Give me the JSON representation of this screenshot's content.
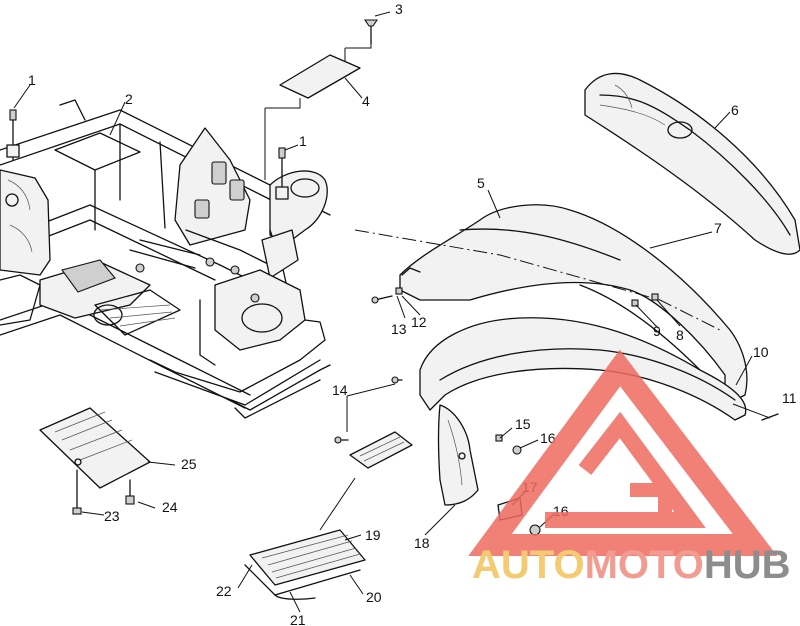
{
  "callouts": [
    {
      "id": "c1a",
      "text": "1"
    },
    {
      "id": "c1b",
      "text": "1"
    },
    {
      "id": "c2",
      "text": "2"
    },
    {
      "id": "c3",
      "text": "3"
    },
    {
      "id": "c4",
      "text": "4"
    },
    {
      "id": "c5",
      "text": "5"
    },
    {
      "id": "c6",
      "text": "6"
    },
    {
      "id": "c7",
      "text": "7"
    },
    {
      "id": "c8",
      "text": "8"
    },
    {
      "id": "c9",
      "text": "9"
    },
    {
      "id": "c10",
      "text": "10"
    },
    {
      "id": "c11",
      "text": "11"
    },
    {
      "id": "c12",
      "text": "12"
    },
    {
      "id": "c13",
      "text": "13"
    },
    {
      "id": "c14",
      "text": "14"
    },
    {
      "id": "c15",
      "text": "15"
    },
    {
      "id": "c16a",
      "text": "16"
    },
    {
      "id": "c16b",
      "text": "16"
    },
    {
      "id": "c17",
      "text": "17"
    },
    {
      "id": "c18",
      "text": "18"
    },
    {
      "id": "c19",
      "text": "19"
    },
    {
      "id": "c20",
      "text": "20"
    },
    {
      "id": "c21",
      "text": "21"
    },
    {
      "id": "c22",
      "text": "22"
    },
    {
      "id": "c23",
      "text": "23"
    },
    {
      "id": "c24",
      "text": "24"
    },
    {
      "id": "c25",
      "text": "25"
    }
  ],
  "watermark": {
    "part1": "AUTO",
    "part2": "MOTO",
    "part3": "HUB",
    "color_part1": "#f3c15a",
    "color_part2": "#f08a7e",
    "color_part3": "#7a7a7a",
    "logo_color": "#ef6a60"
  }
}
